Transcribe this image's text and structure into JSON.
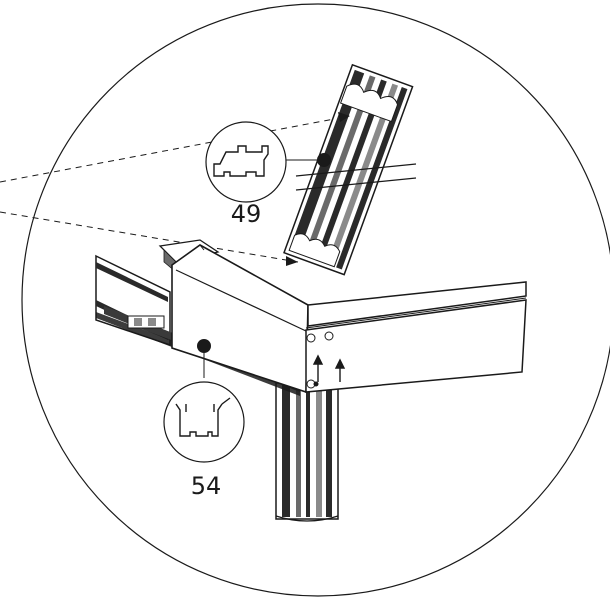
{
  "callouts": [
    {
      "label": "49",
      "part": "profile-49"
    },
    {
      "label": "54",
      "part": "profile-54"
    }
  ],
  "colors": {
    "stroke": "#1a1a1a",
    "fill": "#ffffff",
    "profile_dark": "#3a3a3a",
    "profile_mid": "#8a8a8a"
  }
}
